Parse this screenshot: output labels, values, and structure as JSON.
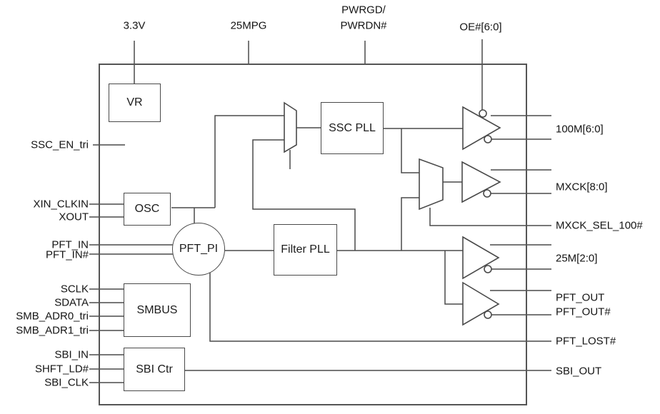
{
  "colors": {
    "line": "#4a4a4a",
    "text": "#141414",
    "background": "#ffffff"
  },
  "blocks": {
    "vr": "VR",
    "osc": "OSC",
    "pft_pi": "PFT_PI",
    "ssc_pll": "SSC PLL",
    "filter_pll": "Filter PLL",
    "smbus": "SMBUS",
    "sbi_ctr": "SBI Ctr"
  },
  "top_labels": {
    "v33": "3.3V",
    "mpg25": "25MPG",
    "pwrgd_line1": "PWRGD/",
    "pwrgd_line2": "PWRDN#",
    "oe": "OE#[6:0]"
  },
  "left_labels": {
    "ssc_en": "SSC_EN_tri",
    "xin": "XIN_CLKIN",
    "xout": "XOUT",
    "pft_in": "PFT_IN",
    "pft_in_b": "PFT_IN#",
    "sclk": "SCLK",
    "sdata": "SDATA",
    "smb_adr0": "SMB_ADR0_tri",
    "smb_adr1": "SMB_ADR1_tri",
    "sbi_in": "SBI_IN",
    "shft_ld": "SHFT_LD#",
    "sbi_clk": "SBI_CLK"
  },
  "right_labels": {
    "m100": "100M[6:0]",
    "mxck": "MXCK[8:0]",
    "mxck_sel": "MXCK_SEL_100#",
    "m25": "25M[2:0]",
    "pft_out": "PFT_OUT",
    "pft_out_b": "PFT_OUT#",
    "pft_lost": "PFT_LOST#",
    "sbi_out": "SBI_OUT"
  }
}
